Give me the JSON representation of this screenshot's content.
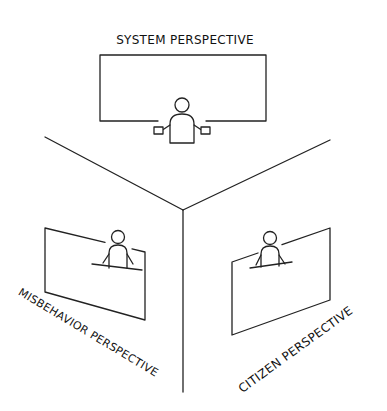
{
  "diagram": {
    "nodes": [
      {
        "text": [
          "SYSTEM PERSPECTIVE"
        ]
      },
      {
        "text": [
          "MISBEHAVIOR PERSPECTIVE"
        ]
      },
      {
        "text": [
          "CITIZEN PERSPECTIVE"
        ]
      }
    ]
  }
}
